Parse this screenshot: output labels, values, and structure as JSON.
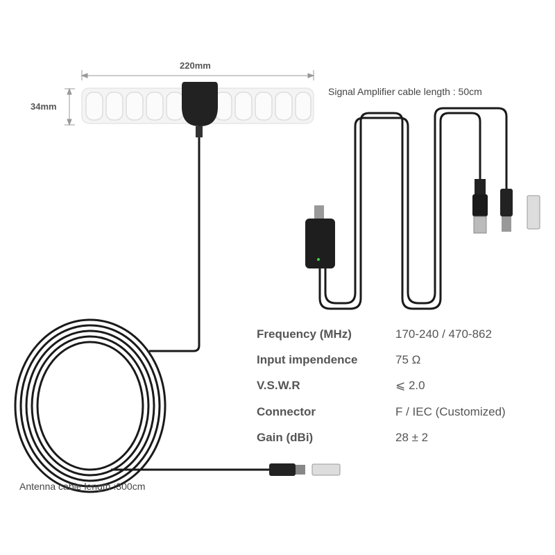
{
  "dimensions": {
    "width": "220mm",
    "height": "34mm"
  },
  "labels": {
    "amplifier_cable": "Signal Amplifier cable length : 50cm",
    "antenna_cable": "Antenna cable length :300cm"
  },
  "specs": [
    {
      "key": "Frequency (MHz)",
      "value": "170-240 / 470-862"
    },
    {
      "key": "Input impendence",
      "value": "75 Ω"
    },
    {
      "key": "V.S.W.R",
      "value": "⩽ 2.0"
    },
    {
      "key": "Connector",
      "value": "F / IEC (Customized)"
    },
    {
      "key": "Gain (dBi)",
      "value": "28 ± 2"
    }
  ],
  "colors": {
    "text": "#555555",
    "cable": "#1a1a1a",
    "indicator": "#3cd24a"
  }
}
